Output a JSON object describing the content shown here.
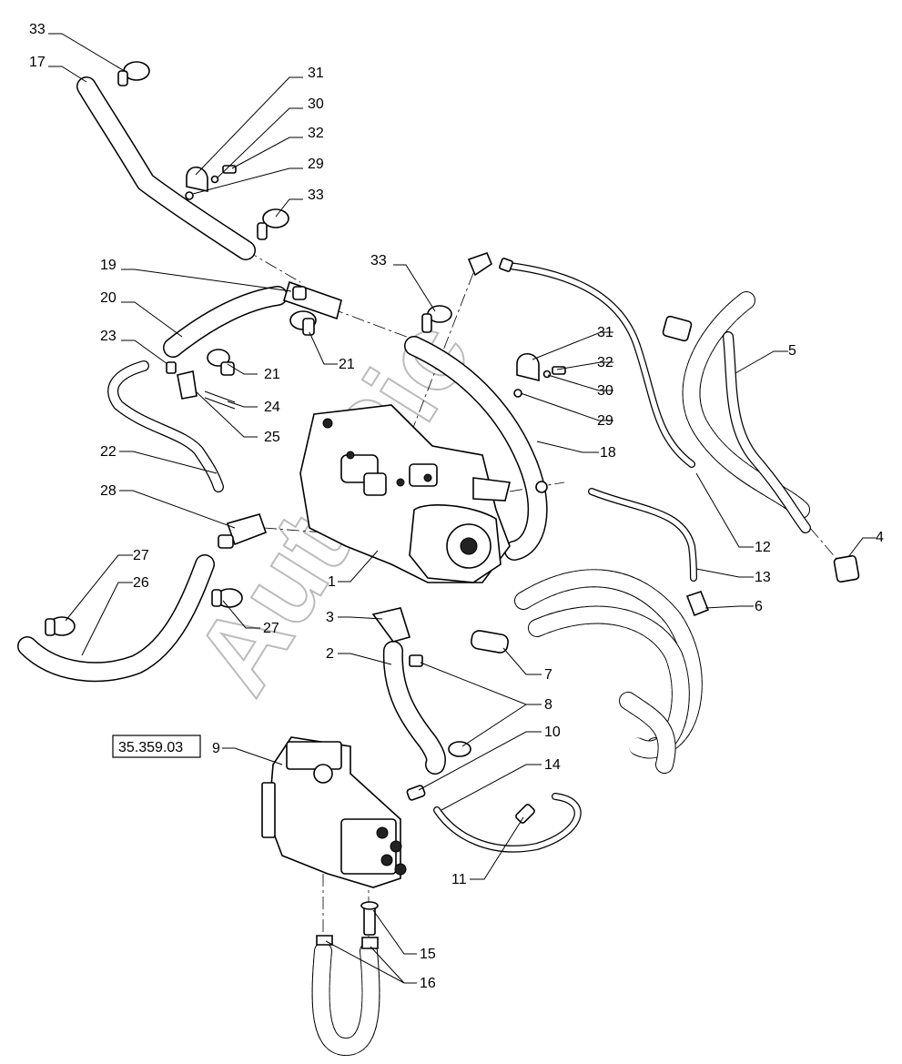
{
  "diagram": {
    "reference_box": "35.359.03",
    "callouts": [
      {
        "id": "c33a",
        "text": "33"
      },
      {
        "id": "c17",
        "text": "17"
      },
      {
        "id": "c31a",
        "text": "31"
      },
      {
        "id": "c30a",
        "text": "30"
      },
      {
        "id": "c32a",
        "text": "32"
      },
      {
        "id": "c29a",
        "text": "29"
      },
      {
        "id": "c33b",
        "text": "33"
      },
      {
        "id": "c33c",
        "text": "33"
      },
      {
        "id": "c19",
        "text": "19"
      },
      {
        "id": "c20",
        "text": "20"
      },
      {
        "id": "c23",
        "text": "23"
      },
      {
        "id": "c21a",
        "text": "21"
      },
      {
        "id": "c21b",
        "text": "21"
      },
      {
        "id": "c24",
        "text": "24"
      },
      {
        "id": "c25",
        "text": "25"
      },
      {
        "id": "c31b",
        "text": "31"
      },
      {
        "id": "c32b",
        "text": "32"
      },
      {
        "id": "c30b",
        "text": "30"
      },
      {
        "id": "c29b",
        "text": "29"
      },
      {
        "id": "c18",
        "text": "18"
      },
      {
        "id": "c5",
        "text": "5"
      },
      {
        "id": "c4",
        "text": "4"
      },
      {
        "id": "c22",
        "text": "22"
      },
      {
        "id": "c28",
        "text": "28"
      },
      {
        "id": "c12",
        "text": "12"
      },
      {
        "id": "c13",
        "text": "13"
      },
      {
        "id": "c27a",
        "text": "27"
      },
      {
        "id": "c26",
        "text": "26"
      },
      {
        "id": "c1",
        "text": "1"
      },
      {
        "id": "c6",
        "text": "6"
      },
      {
        "id": "c3",
        "text": "3"
      },
      {
        "id": "c27b",
        "text": "27"
      },
      {
        "id": "c2",
        "text": "2"
      },
      {
        "id": "c7",
        "text": "7"
      },
      {
        "id": "c8",
        "text": "8"
      },
      {
        "id": "c10",
        "text": "10"
      },
      {
        "id": "c9",
        "text": "9"
      },
      {
        "id": "c14",
        "text": "14"
      },
      {
        "id": "c11",
        "text": "11"
      },
      {
        "id": "c15",
        "text": "15"
      },
      {
        "id": "c16",
        "text": "16"
      }
    ]
  },
  "watermark_text": "AutoPic"
}
